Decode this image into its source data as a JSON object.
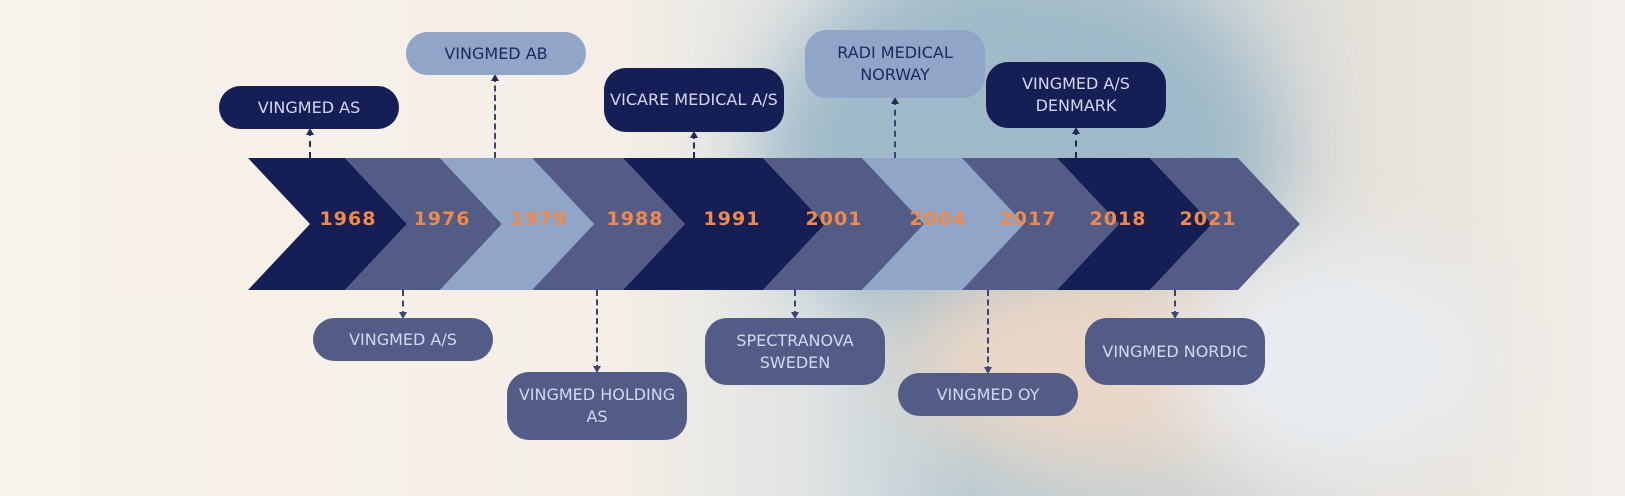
{
  "timeline": [
    {
      "year": "1968",
      "label": "VINGMED AS",
      "position": "above"
    },
    {
      "year": "1976",
      "label": "VINGMED A/S",
      "position": "below"
    },
    {
      "year": "1979",
      "label": "VINGMED AB",
      "position": "above"
    },
    {
      "year": "1988",
      "label": "VINGMED HOLDING AS",
      "position": "below"
    },
    {
      "year": "1991",
      "label": "VICARE MEDICAL A/S",
      "position": "above"
    },
    {
      "year": "2001",
      "label": "SPECTRANOVA SWEDEN",
      "position": "below"
    },
    {
      "year": "2004",
      "label": "RADI MEDICAL NORWAY",
      "position": "above"
    },
    {
      "year": "2017",
      "label": "VINGMED OY",
      "position": "below"
    },
    {
      "year": "2018",
      "label": "VINGMED A/S DENMARK",
      "position": "above"
    },
    {
      "year": "2021",
      "label": "VINGMED NORDIC",
      "position": "below"
    }
  ],
  "colors": {
    "dark": "#151f55",
    "medium": "#525c87",
    "light": "#91a5c9",
    "year": "#f08a4b"
  }
}
